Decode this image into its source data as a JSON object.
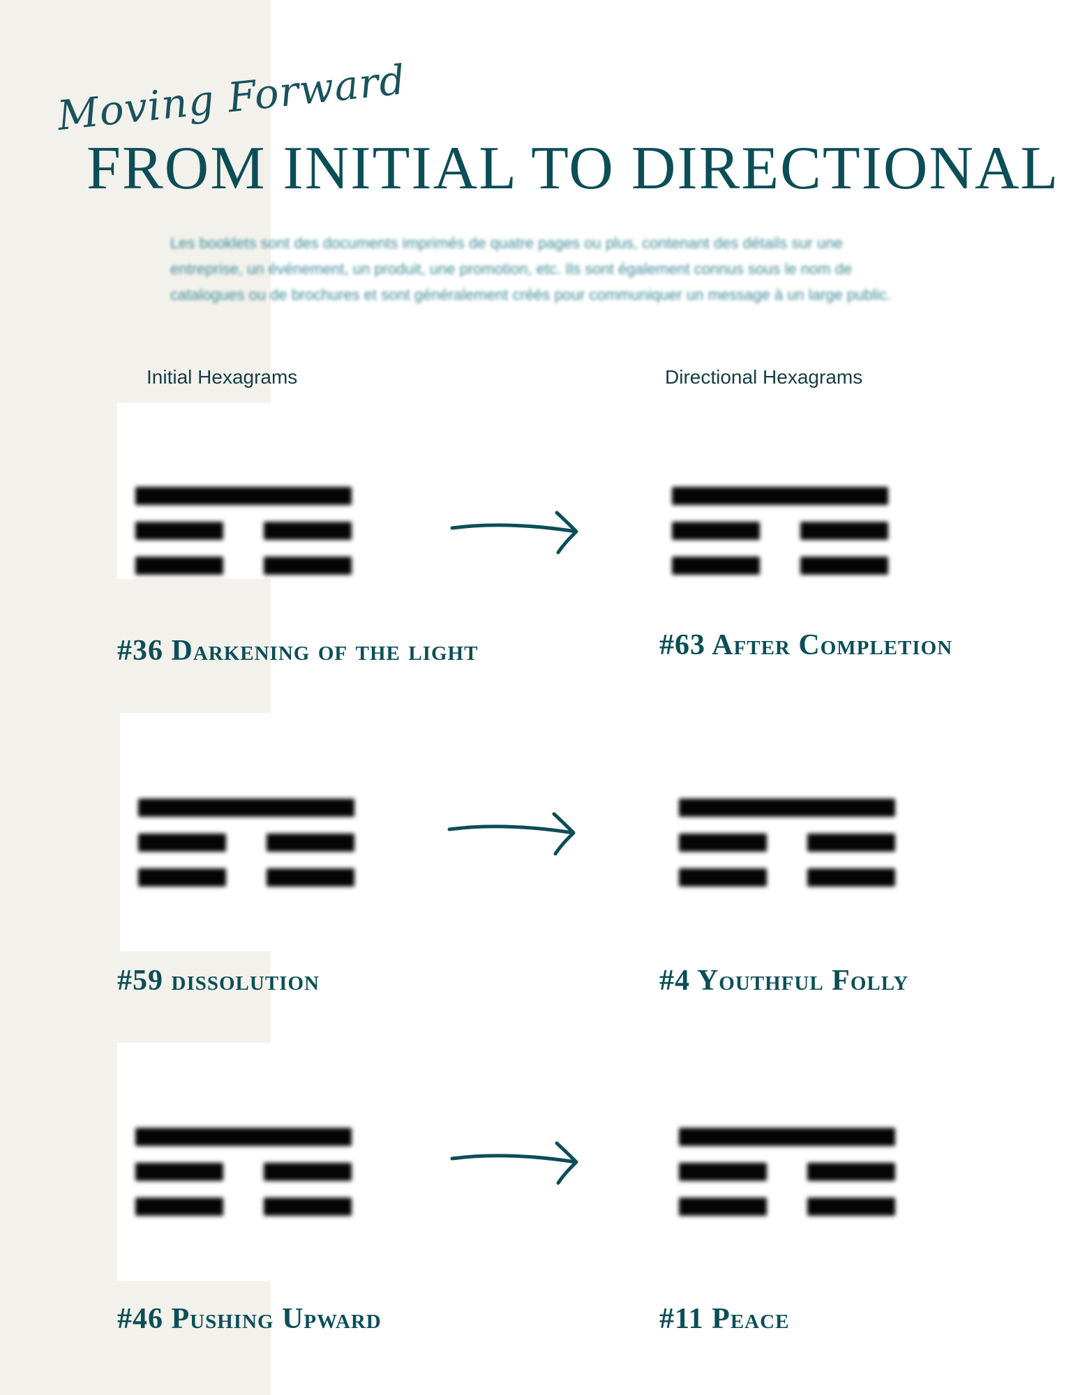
{
  "page": {
    "script_title": "Moving Forward",
    "main_title": "FROM INITIAL TO DIRECTIONAL",
    "intro": "Les booklets sont des documents imprimés de quatre pages ou plus, contenant des détails sur une entreprise, un événement, un produit, une promotion, etc. Ils sont également connus sous le nom de catalogues ou de brochures et sont généralement créés pour communiquer un message à un large public.",
    "columns": {
      "initial_label": "Initial Hexagrams",
      "directional_label": "Directional  Hexagrams"
    }
  },
  "colors": {
    "accent": "#0b4e57",
    "side_band": "#f3f1ec",
    "hexagram_line": "#050505"
  },
  "pairs": [
    {
      "initial": {
        "name": "#36 Darkening of the light",
        "lines": [
          "yang",
          "yin",
          "yin"
        ]
      },
      "directional": {
        "name": "#63 After Completion",
        "lines": [
          "yang",
          "yin",
          "yin"
        ]
      }
    },
    {
      "initial": {
        "name": "#59 dissolution",
        "lines": [
          "yang",
          "yin",
          "yin"
        ]
      },
      "directional": {
        "name": "#4 Youthful Folly",
        "lines": [
          "yang",
          "yin",
          "yin"
        ]
      }
    },
    {
      "initial": {
        "name": "#46 Pushing Upward",
        "lines": [
          "yang",
          "yin",
          "yin"
        ]
      },
      "directional": {
        "name": "#11 Peace",
        "lines": [
          "yang",
          "yin",
          "yin"
        ]
      }
    }
  ],
  "icons": {
    "arrow": "right-arrow-icon"
  }
}
